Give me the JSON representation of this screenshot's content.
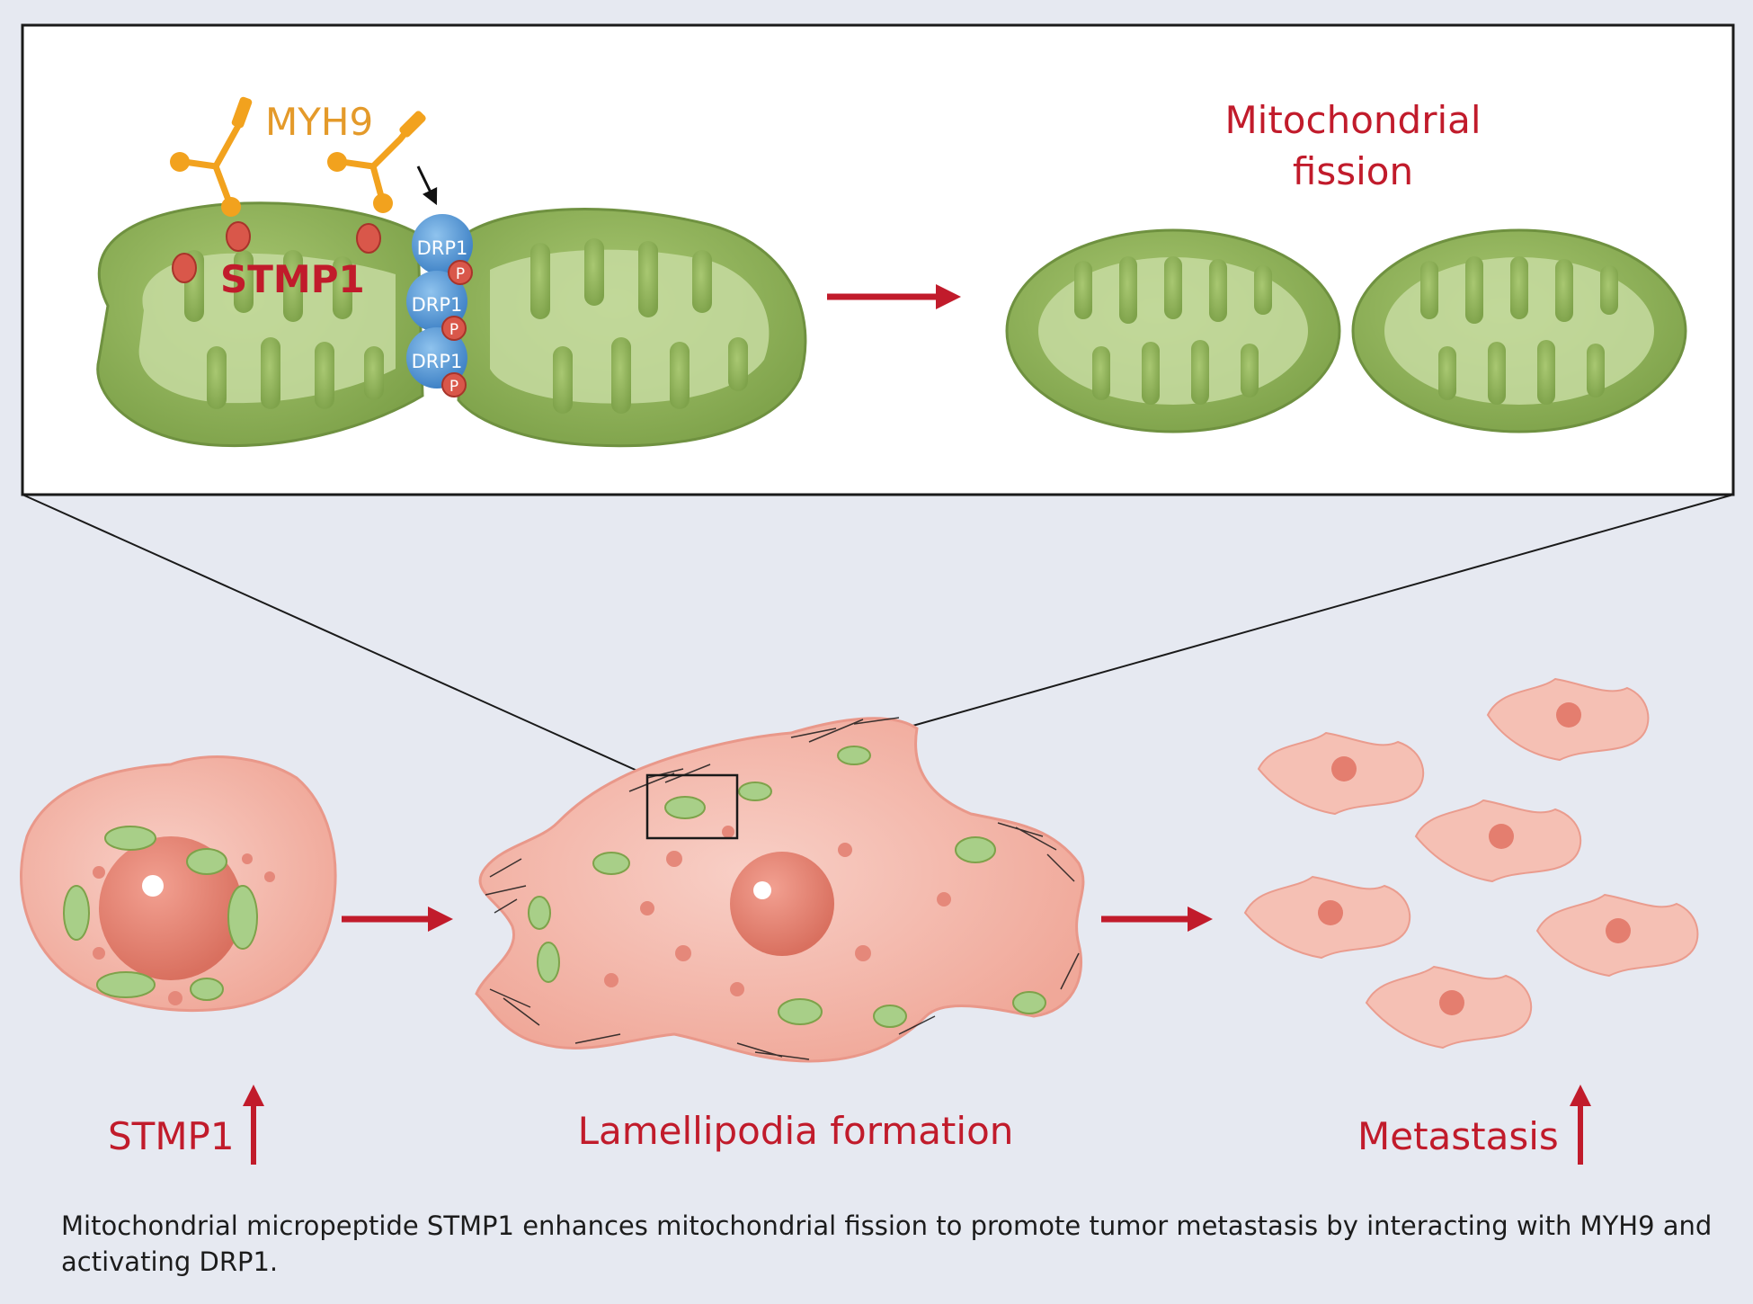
{
  "figure": {
    "inset": {
      "myh9_label": "MYH9",
      "stmp1_label": "STMP1",
      "drp1_labels": [
        "DRP1",
        "DRP1",
        "DRP1"
      ],
      "phospho_label": "P",
      "fission_label_line1": "Mitochondrial",
      "fission_label_line2": "fission"
    },
    "bottom": {
      "stmp1_label": "STMP1",
      "lamellipodia_label": "Lamellipodia formation",
      "metastasis_label": "Metastasis"
    },
    "caption": "Mitochondrial micropeptide STMP1 enhances mitochondrial fission to promote tumor metastasis by interacting with MYH9 and activating DRP1."
  },
  "colors": {
    "accent_red": "#c11b2b",
    "myh9_orange": "#f2a21e",
    "label_orange": "#e49a2a",
    "mito_green": "#8eb15a",
    "mito_inner": "#c8dba2",
    "drp1_blue": "#5b9bd6",
    "cell_pink": "#f3b8ac",
    "nucleus": "#e58a7c",
    "background": "#e6e9f1"
  }
}
